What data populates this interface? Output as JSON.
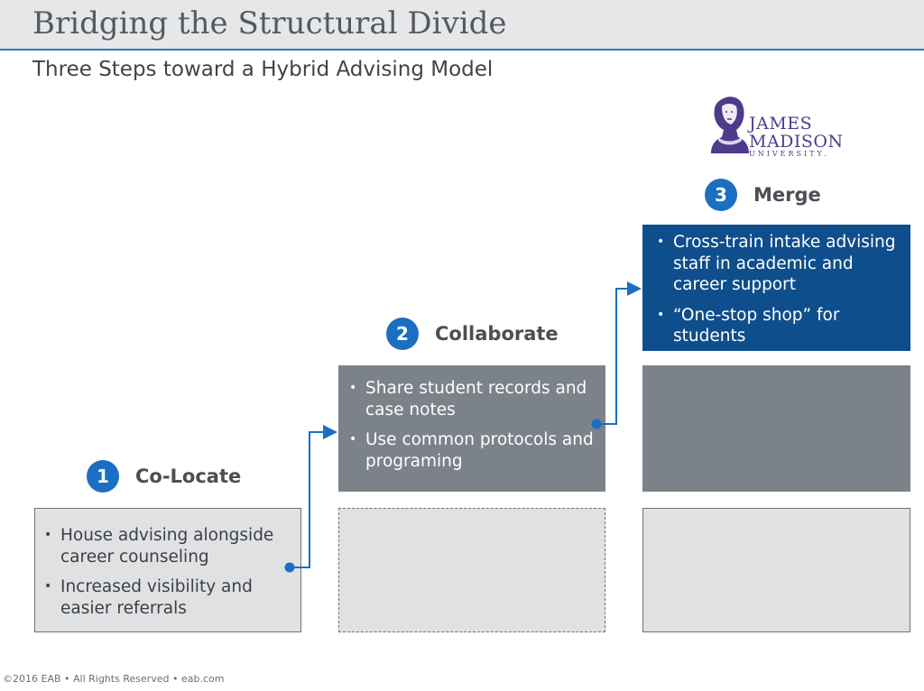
{
  "title": "Bridging the Structural Divide",
  "subtitle": "Three Steps toward a Hybrid Advising Model",
  "logo": {
    "line1": "JAMES",
    "line2": "MADISON",
    "line3": "UNIVERSITY.",
    "color": "#4f3b8c"
  },
  "steps": [
    {
      "number": "1",
      "label": "Co-Locate",
      "bullets": [
        "House advising alongside career counseling",
        "Increased visibility and easier referrals"
      ]
    },
    {
      "number": "2",
      "label": "Collaborate",
      "bullets": [
        "Share student records and case notes",
        "Use common protocols and programing"
      ]
    },
    {
      "number": "3",
      "label": "Merge",
      "bullets": [
        "Cross-train intake advising staff in academic and career support",
        "“One-stop shop” for students"
      ]
    }
  ],
  "colors": {
    "accent": "#1b6fc2",
    "merge_box": "#0f4e8c",
    "collaborate_box": "#7b828a",
    "light_box": "#e0e1e2"
  },
  "footer": "©2016 EAB • All Rights Reserved • eab.com"
}
